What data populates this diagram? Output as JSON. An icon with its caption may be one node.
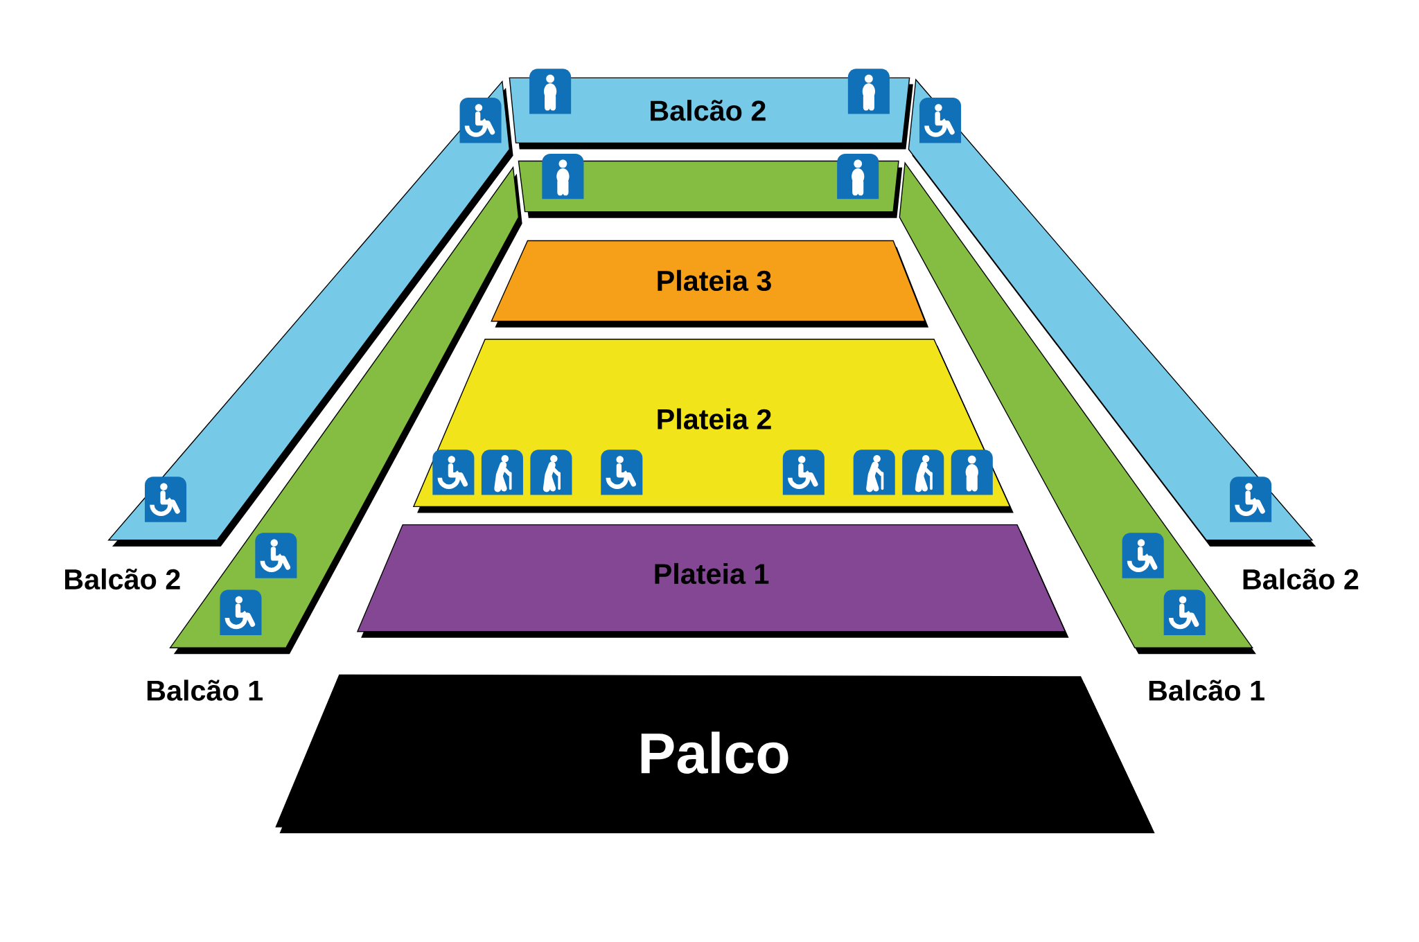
{
  "diagram": {
    "nodes": [
      {
        "text": [
          "Balcão 2"
        ]
      },
      {
        "text": [],
        "shape": "box"
      },
      {
        "text": [
          "Balcão 2"
        ]
      },
      {
        "text": [
          "Balcão 2"
        ]
      },
      {
        "text": [
          "Balcão 1"
        ]
      },
      {
        "text": [
          "Balcão 1"
        ]
      },
      {
        "text": [
          "Plateia 3"
        ]
      },
      {
        "text": [
          "Plateia 2"
        ]
      },
      {
        "text": [
          "Plateia 1"
        ]
      },
      {
        "text": [
          "Palco"
        ]
      }
    ]
  }
}
